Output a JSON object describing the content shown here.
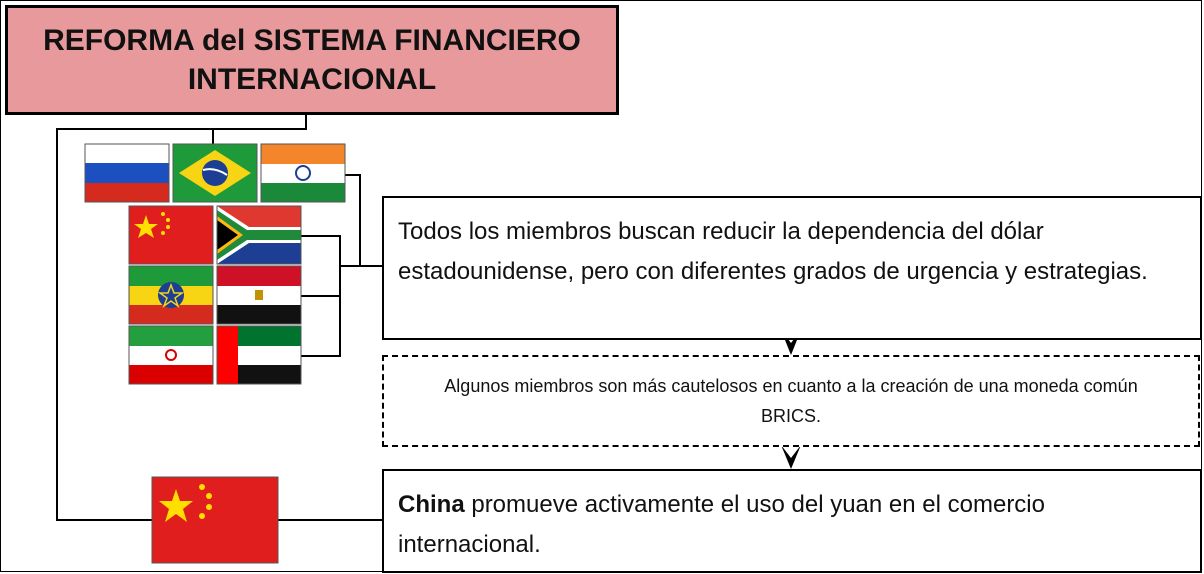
{
  "title": "REFORMA del SISTEMA FINANCIERO INTERNACIONAL",
  "box1": {
    "text": "Todos los miembros buscan reducir la dependencia del dólar estadounidense, pero con diferentes grados de urgencia y estrategias."
  },
  "box2": {
    "text": "Algunos miembros son más cautelosos en cuanto a la creación de una moneda común BRICS."
  },
  "box3": {
    "bold": "China",
    "text": " promueve activamente el uso del yuan en el comercio internacional."
  },
  "flags": [
    "russia-flag",
    "brazil-flag",
    "india-flag",
    "china-flag",
    "south-africa-flag",
    "ethiopia-flag",
    "egypt-flag",
    "iran-flag",
    "uae-flag",
    "china-flag-large"
  ]
}
